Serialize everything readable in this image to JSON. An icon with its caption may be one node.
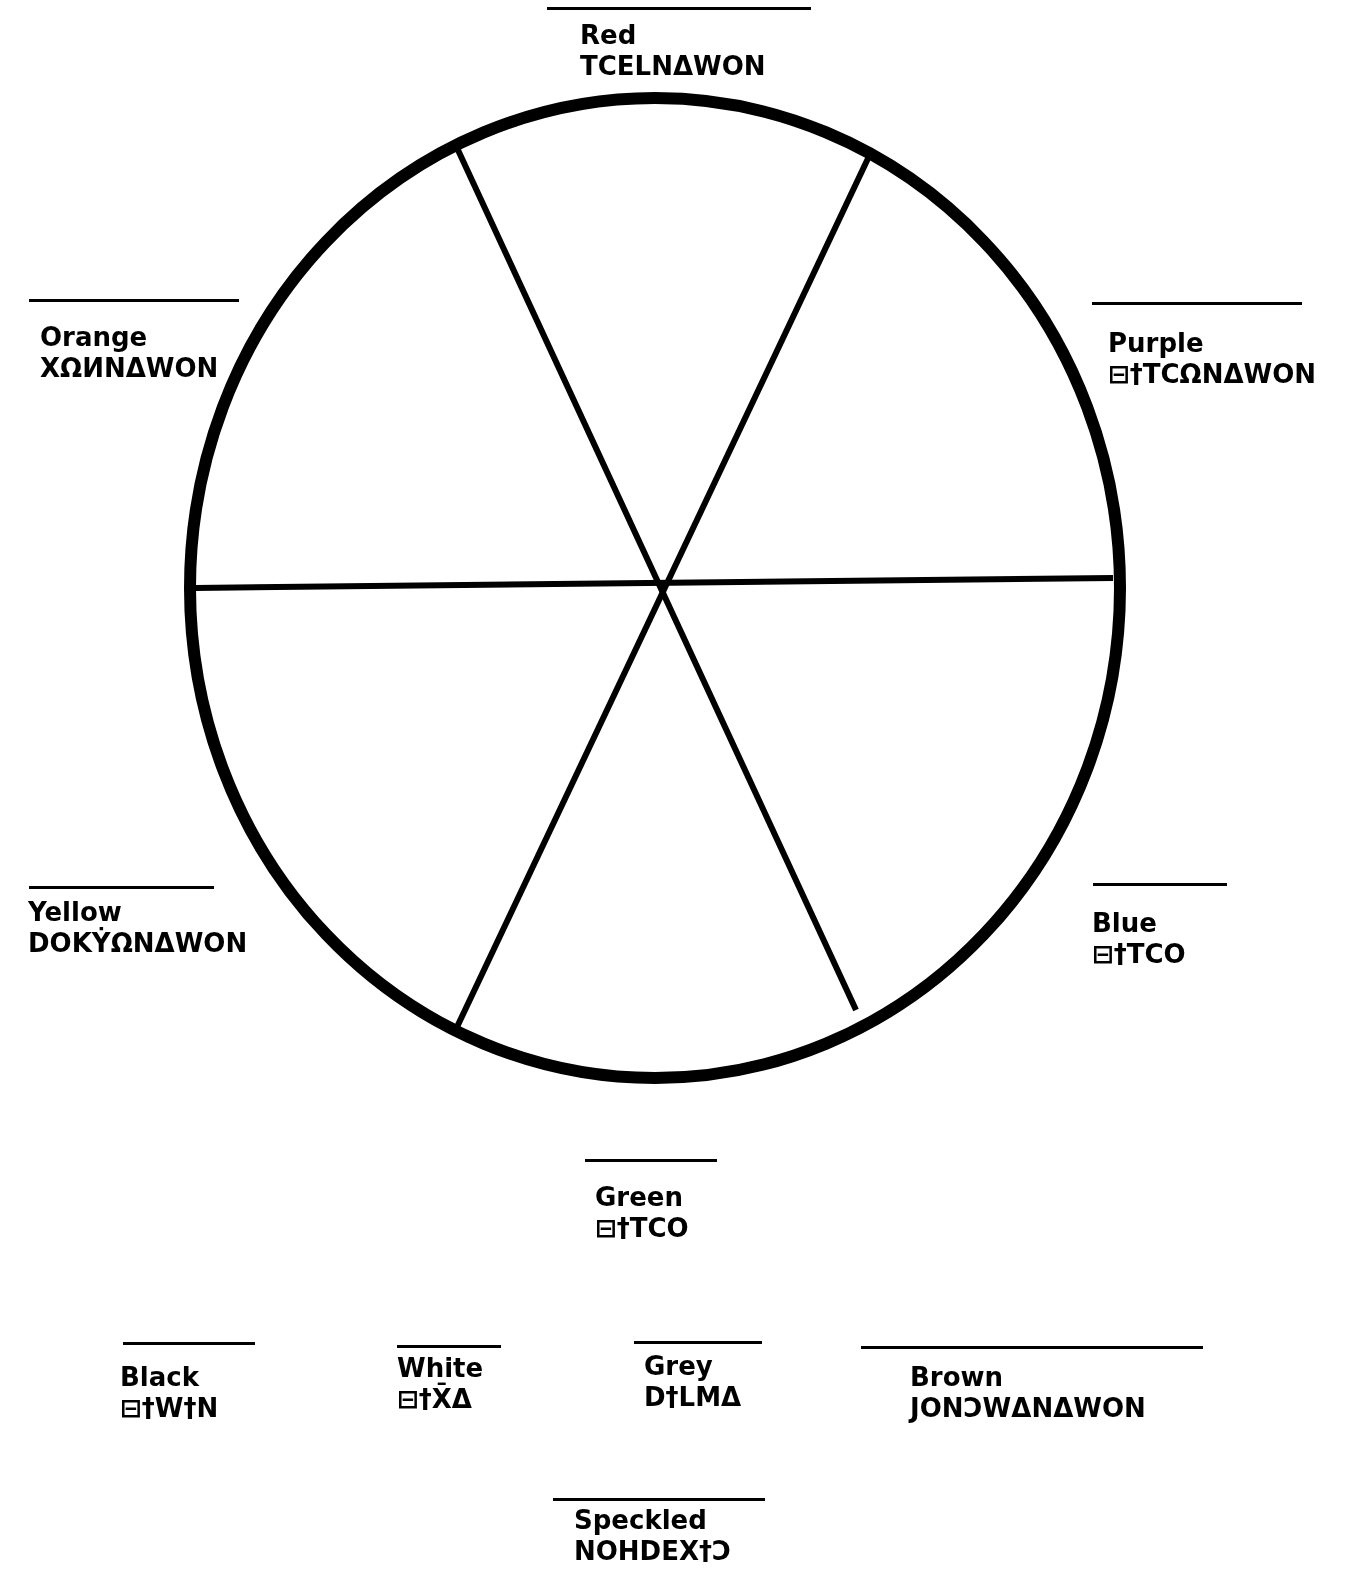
{
  "diagram": {
    "labels": [
      "Red",
      "TCELNΔWON",
      "Orange",
      "XΩИNΔWON",
      "Purple",
      "⊟†TCΩNΔWON",
      "Yellow",
      "DOKẎΩNΔWON",
      "Blue",
      "⊟†TCO",
      "Green",
      "⊟†TCO",
      "Black",
      "⊟†W†N",
      "White",
      "⊟†X̄Δ",
      "Grey",
      "D†LMΔ",
      "Brown",
      "JONƆWΔNΔWON",
      "Speckled",
      "NOHDEX†Ɔ"
    ]
  }
}
